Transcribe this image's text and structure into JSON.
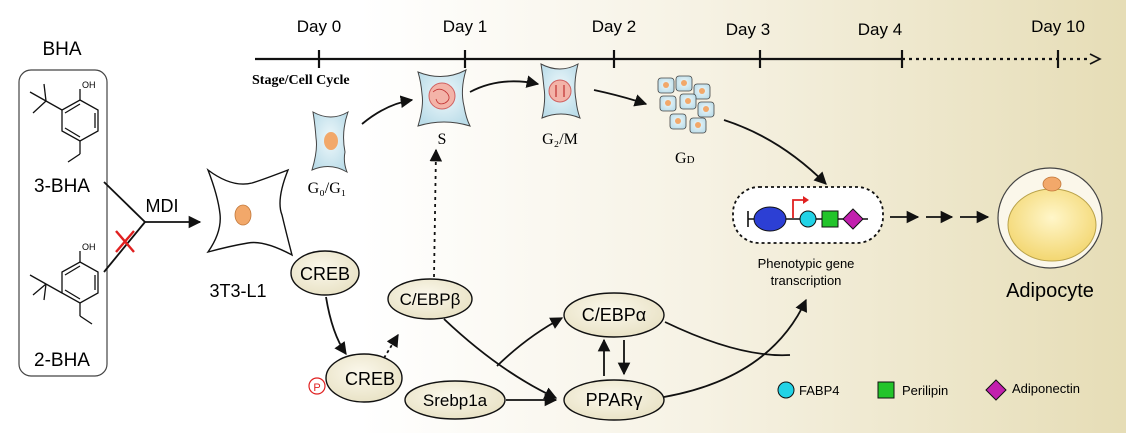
{
  "compound_panel": {
    "title": "BHA",
    "top_compound": "3-BHA",
    "bottom_compound": "2-BHA",
    "oh_label": "OH",
    "treatment": "MDI",
    "cell_line": "3T3-L1"
  },
  "timeline": {
    "days": [
      "Day 0",
      "Day 1",
      "Day 2",
      "Day 3",
      "Day 4",
      "Day 10"
    ],
    "stage_label": "Stage/Cell Cycle"
  },
  "cell_cycle": {
    "g0g1": "G₀/G₁",
    "s": "S",
    "g2m": "G₂/M",
    "gd": "G",
    "gd_sub": "D"
  },
  "factors": {
    "creb": "CREB",
    "pcreb": "CREB",
    "p_label": "P",
    "cebpb": "C/EBPβ",
    "cebpa": "C/EBPα",
    "srebp1a": "Srebp1a",
    "ppar": "PPARγ"
  },
  "transcription": {
    "line1": "Phenotypic gene",
    "line2": "transcription"
  },
  "outcome": "Adipocyte",
  "legend": [
    {
      "label": "FABP4",
      "shape": "circle",
      "color": "#22d3e6"
    },
    {
      "label": "Perilipin",
      "shape": "square",
      "color": "#22c42a"
    },
    {
      "label": "Adiponectin",
      "shape": "diamond",
      "color": "#c21fae"
    }
  ],
  "colors": {
    "inhibit_cross": "#e02020",
    "factor_fill": "#f3efd9",
    "nucleus": "#f2a86a",
    "cell_fill": "#d8eef6",
    "promoter_oval": "#2c3fd4",
    "arrow_red": "#e02020"
  }
}
